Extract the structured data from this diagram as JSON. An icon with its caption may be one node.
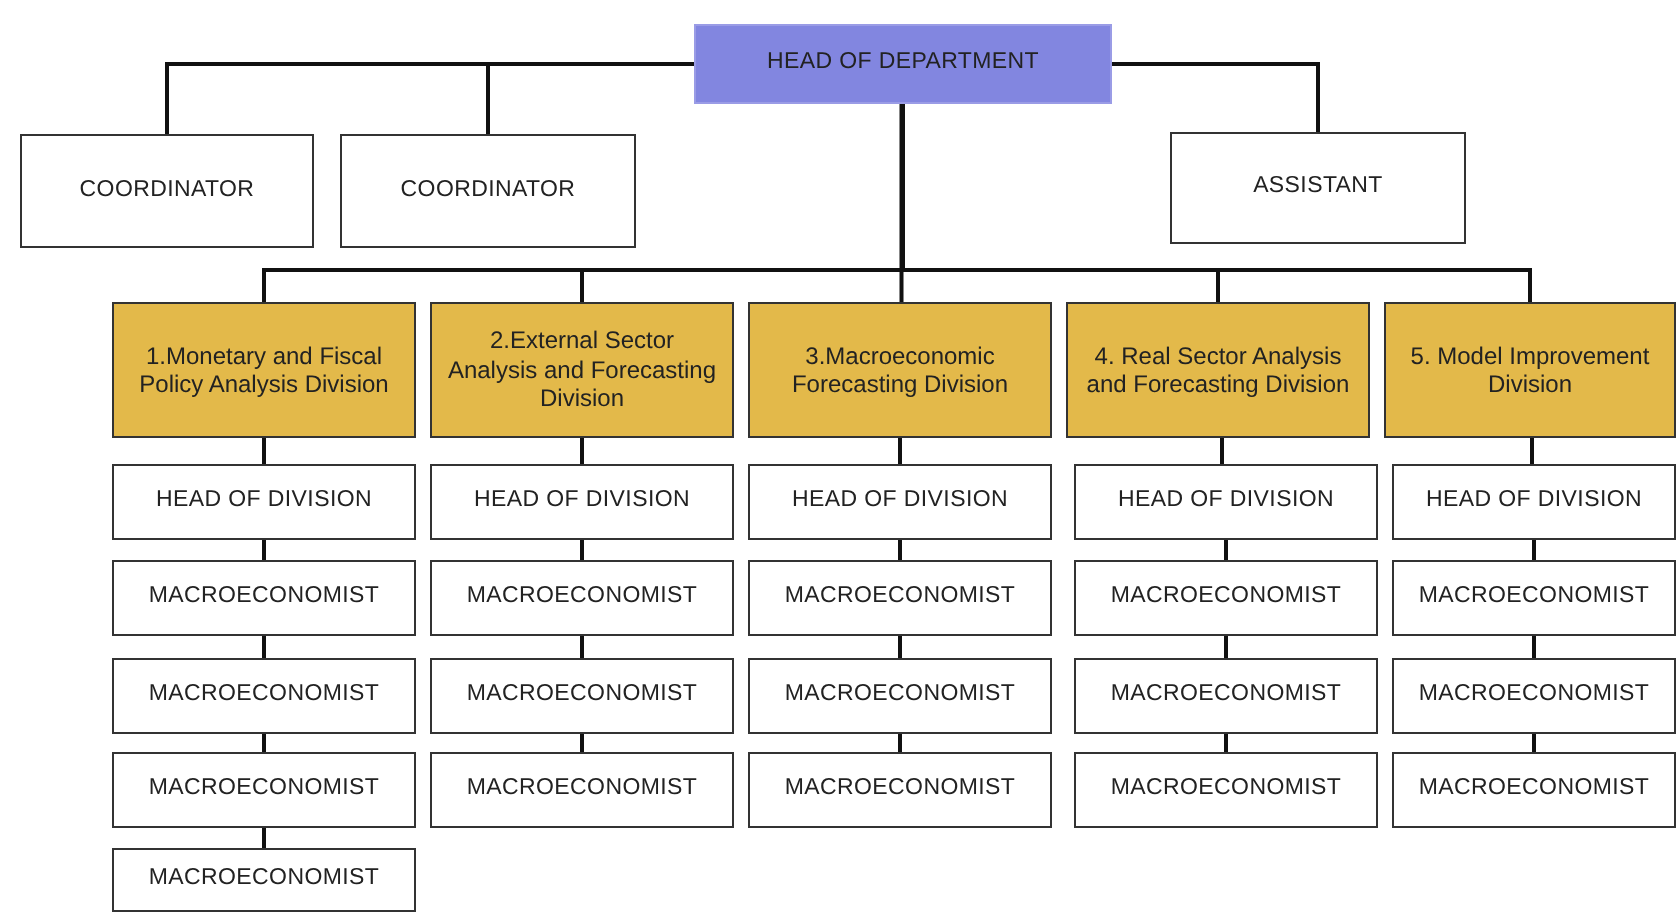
{
  "diagram": {
    "nodes": [
      {
        "text": [
          "HEAD OF DEPARTMENT"
        ]
      },
      {
        "text": [
          "COORDINATOR"
        ]
      },
      {
        "text": [
          "COORDINATOR"
        ]
      },
      {
        "text": [
          "ASSISTANT"
        ]
      },
      {
        "text": [
          "1.Monetary and Fiscal Policy Analysis Division"
        ]
      },
      {
        "text": [
          "2.External Sector Analysis and Forecasting Division"
        ]
      },
      {
        "text": [
          "3.Macroeconomic Forecasting Division"
        ]
      },
      {
        "text": [
          "4. Real Sector Analysis and Forecasting Division"
        ]
      },
      {
        "text": [
          "5. Model Improvement Division"
        ]
      },
      {
        "text": [
          "HEAD OF DIVISION"
        ]
      },
      {
        "text": [
          "MACROECONOMIST"
        ]
      },
      {
        "text": [
          "MACROECONOMIST"
        ]
      },
      {
        "text": [
          "MACROECONOMIST"
        ]
      },
      {
        "text": [
          "MACROECONOMIST"
        ]
      },
      {
        "text": [
          "HEAD OF DIVISION"
        ]
      },
      {
        "text": [
          "MACROECONOMIST"
        ]
      },
      {
        "text": [
          "MACROECONOMIST"
        ]
      },
      {
        "text": [
          "MACROECONOMIST"
        ]
      },
      {
        "text": [
          "HEAD OF DIVISION"
        ]
      },
      {
        "text": [
          "MACROECONOMIST"
        ]
      },
      {
        "text": [
          "MACROECONOMIST"
        ]
      },
      {
        "text": [
          "MACROECONOMIST"
        ]
      },
      {
        "text": [
          "HEAD OF DIVISION"
        ]
      },
      {
        "text": [
          "MACROECONOMIST"
        ]
      },
      {
        "text": [
          "MACROECONOMIST"
        ]
      },
      {
        "text": [
          "MACROECONOMIST"
        ]
      },
      {
        "text": [
          "HEAD OF DIVISION"
        ]
      },
      {
        "text": [
          "MACROECONOMIST"
        ]
      },
      {
        "text": [
          "MACROECONOMIST"
        ]
      },
      {
        "text": [
          "MACROECONOMIST"
        ]
      }
    ],
    "edges": [
      {
        "from": 0,
        "to": 1,
        "arrow": "none"
      },
      {
        "from": 0,
        "to": 2,
        "arrow": "none"
      },
      {
        "from": 0,
        "to": 3,
        "arrow": "none"
      },
      {
        "from": 0,
        "to": 4,
        "arrow": "none"
      },
      {
        "from": 0,
        "to": 5,
        "arrow": "none"
      },
      {
        "from": 0,
        "to": 6,
        "arrow": "none"
      },
      {
        "from": 0,
        "to": 7,
        "arrow": "none"
      },
      {
        "from": 0,
        "to": 8,
        "arrow": "none"
      },
      {
        "from": 4,
        "to": 9,
        "arrow": "none"
      },
      {
        "from": 9,
        "to": 10,
        "arrow": "none"
      },
      {
        "from": 10,
        "to": 11,
        "arrow": "none"
      },
      {
        "from": 11,
        "to": 12,
        "arrow": "none"
      },
      {
        "from": 12,
        "to": 13,
        "arrow": "none"
      },
      {
        "from": 5,
        "to": 14,
        "arrow": "none"
      },
      {
        "from": 14,
        "to": 15,
        "arrow": "none"
      },
      {
        "from": 15,
        "to": 16,
        "arrow": "none"
      },
      {
        "from": 16,
        "to": 17,
        "arrow": "none"
      },
      {
        "from": 6,
        "to": 18,
        "arrow": "none"
      },
      {
        "from": 18,
        "to": 19,
        "arrow": "none"
      },
      {
        "from": 19,
        "to": 20,
        "arrow": "none"
      },
      {
        "from": 20,
        "to": 21,
        "arrow": "none"
      },
      {
        "from": 7,
        "to": 22,
        "arrow": "none"
      },
      {
        "from": 22,
        "to": 23,
        "arrow": "none"
      },
      {
        "from": 23,
        "to": 24,
        "arrow": "none"
      },
      {
        "from": 24,
        "to": 25,
        "arrow": "none"
      },
      {
        "from": 8,
        "to": 26,
        "arrow": "none"
      },
      {
        "from": 26,
        "to": 27,
        "arrow": "none"
      },
      {
        "from": 27,
        "to": 28,
        "arrow": "none"
      },
      {
        "from": 28,
        "to": 29,
        "arrow": "none"
      }
    ]
  }
}
